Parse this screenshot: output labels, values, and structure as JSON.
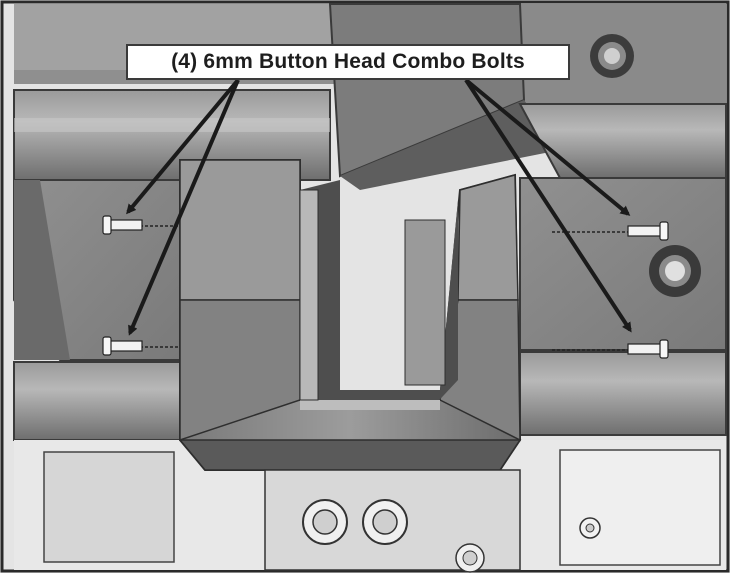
{
  "callout": {
    "label": "(4) 6mm Button Head Combo Bolts"
  },
  "colors": {
    "frame_dark": "#5c5c5c",
    "frame_mid": "#8a8a8a",
    "frame_light": "#b4b4b4",
    "background_paper": "#e6e6e6",
    "arrow": "#1a1a1a",
    "bolt": "#f2f2f2"
  },
  "parts": {
    "bolt_count": 4,
    "items": [
      {
        "name": "bolt-upper-left",
        "icon": "bolt-icon"
      },
      {
        "name": "bolt-lower-left",
        "icon": "bolt-icon"
      },
      {
        "name": "bolt-upper-right",
        "icon": "bolt-icon"
      },
      {
        "name": "bolt-lower-right",
        "icon": "bolt-icon"
      }
    ]
  }
}
